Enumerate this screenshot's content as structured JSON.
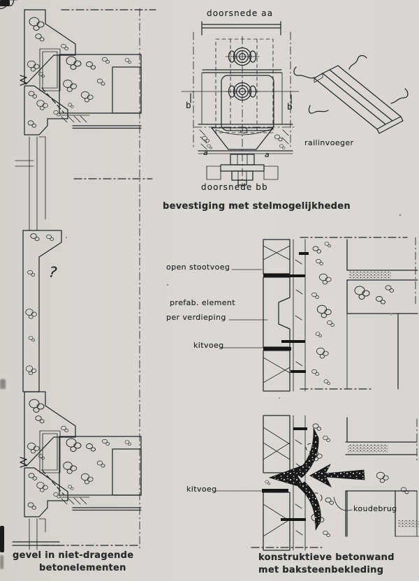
{
  "page": {
    "paper_color": "#d8d6d2",
    "ink_color": "#24242a",
    "joint_bar_color": "#161616"
  },
  "figures": {
    "left_section": {
      "caption_line1": "gevel in niet-dragende",
      "caption_line2": "betonelementen",
      "annotation": "?"
    },
    "fastening_detail": {
      "title_top": "doorsnede aa",
      "title_bottom": "doorsnede bb",
      "section_marker_b_left": "b",
      "section_marker_b_right": "b",
      "section_marker_a_left": "a",
      "section_marker_a_right": "a",
      "caption": "bevestiging met stelmogelijkheden"
    },
    "rail": {
      "label": "railinvoeger"
    },
    "wall_section_mid": {
      "label_open_stootvoeg": "open stootvoeg",
      "label_prefab_line1": "prefab. element",
      "label_prefab_line2": "per verdieping",
      "label_kitvoeg": "kitvoeg"
    },
    "wall_section_bottom": {
      "label_kitvoeg": "kitvoeg",
      "label_koudebrug": "koudebrug",
      "caption_line1": "konstruktieve betonwand",
      "caption_line2": "met baksteenbekleding"
    }
  }
}
